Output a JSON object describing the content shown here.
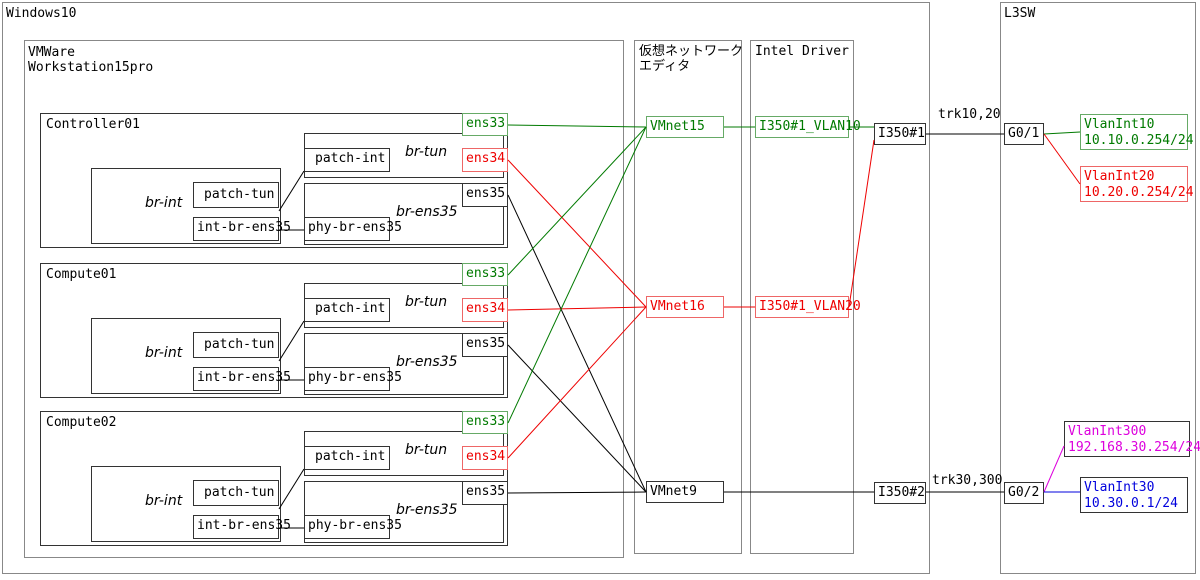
{
  "host": {
    "title": "Windows10"
  },
  "vmware": {
    "title_line1": "VMWare",
    "title_line2": "Workstation15pro"
  },
  "vne": {
    "title_line1": "仮想ネットワーク",
    "title_line2": "エディタ"
  },
  "driver": {
    "title": "Intel Driver"
  },
  "l3sw": {
    "title": "L3SW"
  },
  "nodes": [
    {
      "name": "Controller01",
      "br_tun": "br-tun",
      "br_ens35": "br-ens35",
      "br_int": "br-int",
      "patch_int": "patch-int",
      "patch_tun": "patch-tun",
      "int_br": "int-br-ens35",
      "phy_br": "phy-br-ens35",
      "ens33": "ens33",
      "ens34": "ens34",
      "ens35": "ens35"
    },
    {
      "name": "Compute01",
      "br_tun": "br-tun",
      "br_ens35": "br-ens35",
      "br_int": "br-int",
      "patch_int": "patch-int",
      "patch_tun": "patch-tun",
      "int_br": "int-br-ens35",
      "phy_br": "phy-br-ens35",
      "ens33": "ens33",
      "ens34": "ens34",
      "ens35": "ens35"
    },
    {
      "name": "Compute02",
      "br_tun": "br-tun",
      "br_ens35": "br-ens35",
      "br_int": "br-int",
      "patch_int": "patch-int",
      "patch_tun": "patch-tun",
      "int_br": "int-br-ens35",
      "phy_br": "phy-br-ens35",
      "ens33": "ens33",
      "ens34": "ens34",
      "ens35": "ens35"
    }
  ],
  "vmnets": {
    "vmnet15": "VMnet15",
    "vmnet16": "VMnet16",
    "vmnet9": "VMnet9"
  },
  "vlans": {
    "vlan10": "I350#1_VLAN10",
    "vlan20": "I350#1_VLAN20"
  },
  "nics": {
    "i350_1": "I350#1",
    "i350_2": "I350#2"
  },
  "trunks": {
    "t1": "trk10,20",
    "t2": "trk30,300"
  },
  "ports": {
    "g01": "G0/1",
    "g02": "G0/2"
  },
  "vlanifs": {
    "v10": {
      "name": "VlanInt10",
      "ip": "10.10.0.254/24"
    },
    "v20": {
      "name": "VlanInt20",
      "ip": "10.20.0.254/24"
    },
    "v300": {
      "name": "VlanInt300",
      "ip": "192.168.30.254/24"
    },
    "v30": {
      "name": "VlanInt30",
      "ip": "10.30.0.1/24"
    }
  },
  "colors": {
    "green": "#007a00",
    "red": "#ee0000",
    "black": "#000000",
    "blue": "#0000dd",
    "magenta": "#dd00dd"
  }
}
